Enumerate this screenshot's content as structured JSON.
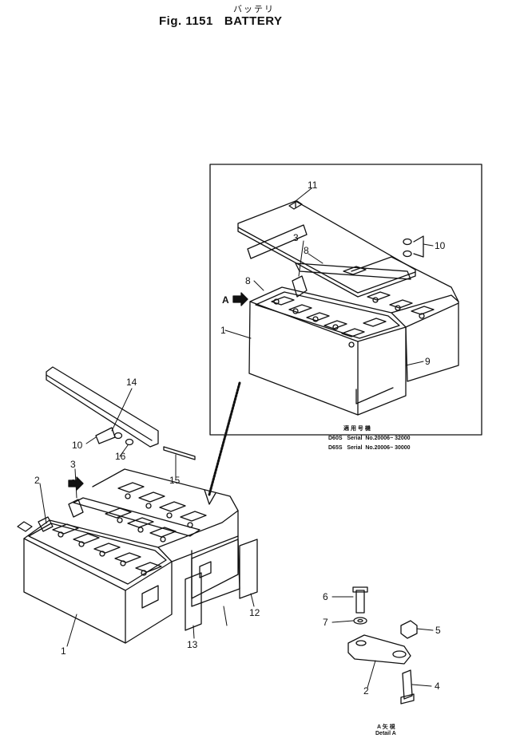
{
  "figure": {
    "number": "Fig. 1151",
    "title": "BATTERY",
    "title_jp": "バッテリ"
  },
  "serial_table": {
    "header_jp": "適 用 号 機",
    "rows": [
      {
        "model": "D60S",
        "label": "Serial",
        "range": "No.20006~ 32000"
      },
      {
        "model": "D65S",
        "label": "Serial",
        "range": "No.20006~ 30000"
      }
    ]
  },
  "detail": {
    "jp": "A 矢 視",
    "en": "Detail A"
  },
  "arrow_label": "A",
  "callouts": {
    "p1": "1",
    "p1b": "1",
    "p2": "2",
    "p2b": "2",
    "p3": "3",
    "p3b": "3",
    "p4": "4",
    "p5": "5",
    "p6": "6",
    "p7": "7",
    "p8": "8",
    "p8b": "8",
    "p9": "9",
    "p10": "10",
    "p10b": "10",
    "p11": "11",
    "p12": "12",
    "p13": "13",
    "p14": "14",
    "p15": "15",
    "p16": "16"
  }
}
